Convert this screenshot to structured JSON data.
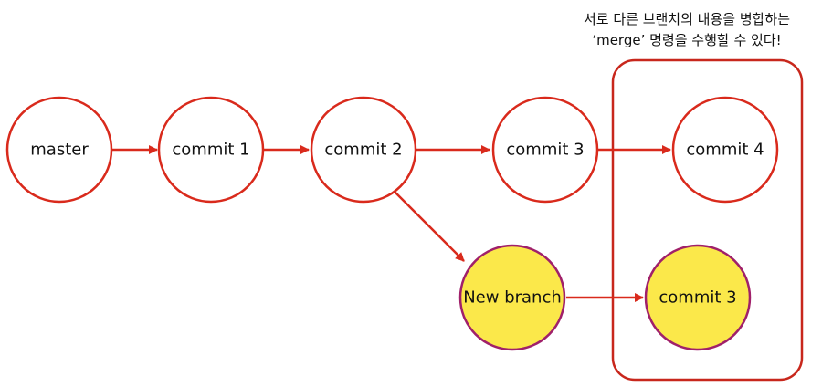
{
  "diagram": {
    "nodes": [
      {
        "id": "master",
        "label": "master",
        "style": "plain"
      },
      {
        "id": "c1",
        "label": "commit 1",
        "style": "plain"
      },
      {
        "id": "c2",
        "label": "commit 2",
        "style": "plain"
      },
      {
        "id": "c3",
        "label": "commit 3",
        "style": "plain"
      },
      {
        "id": "c4",
        "label": "commit 4",
        "style": "plain"
      },
      {
        "id": "nb",
        "label": "New branch",
        "style": "highlight"
      },
      {
        "id": "c3b",
        "label": "commit 3",
        "style": "highlight"
      }
    ],
    "edges": [
      {
        "from": "master",
        "to": "c1"
      },
      {
        "from": "c1",
        "to": "c2"
      },
      {
        "from": "c2",
        "to": "c3"
      },
      {
        "from": "c3",
        "to": "c4"
      },
      {
        "from": "c2",
        "to": "nb"
      },
      {
        "from": "nb",
        "to": "c3b"
      }
    ],
    "annotation": {
      "line1": "서로 다른 브랜치의 내용을 병합하는",
      "line2": "‘merge’ 명령을 수행할 수 있다!"
    }
  },
  "colors": {
    "circle_stroke": "#d92a1c",
    "arrow": "#d92a1c",
    "highlight_fill": "#fbe84a",
    "highlight_stroke": "#a0206a",
    "group_box": "#c8271c",
    "text": "#111111"
  }
}
